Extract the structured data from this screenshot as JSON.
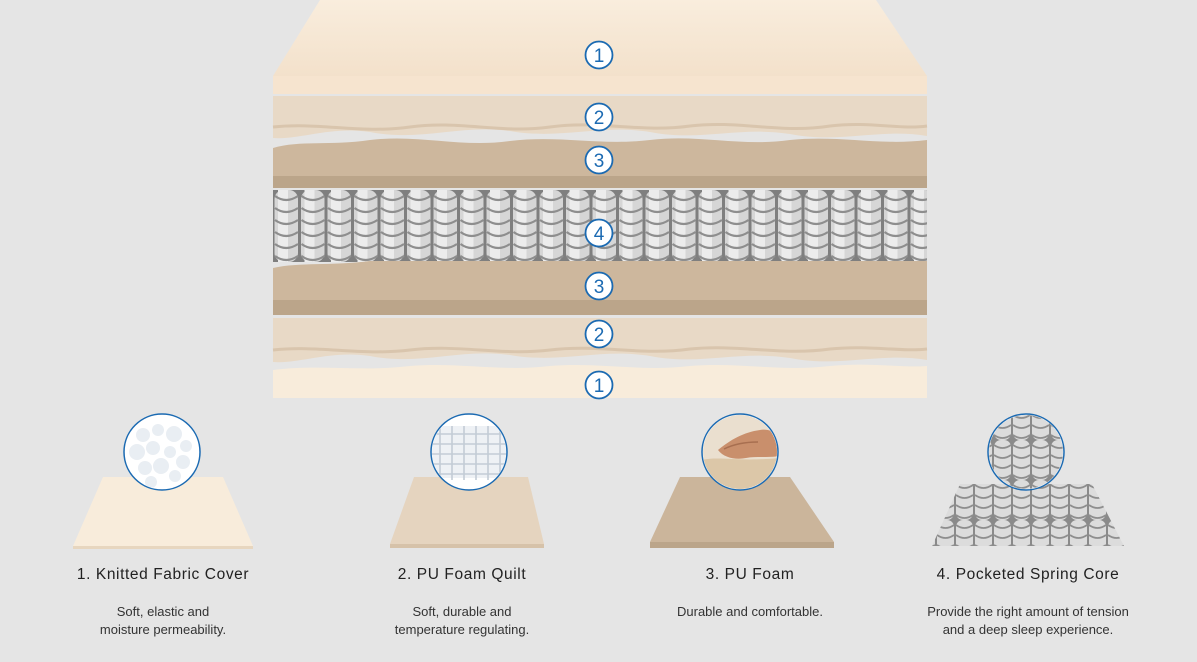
{
  "stack_layers": [
    {
      "label": "1",
      "name": "Knitted Fabric Cover"
    },
    {
      "label": "2",
      "name": "PU Foam Quilt"
    },
    {
      "label": "3",
      "name": "PU Foam"
    },
    {
      "label": "4",
      "name": "Pocketed Spring Core"
    },
    {
      "label": "3",
      "name": "PU Foam"
    },
    {
      "label": "2",
      "name": "PU Foam Quilt"
    },
    {
      "label": "1",
      "name": "Knitted Fabric Cover"
    }
  ],
  "layers": [
    {
      "title": "1. Knitted Fabric Cover",
      "description": "Soft, elastic and\nmoisture permeability."
    },
    {
      "title": "2. PU Foam Quilt",
      "description": "Soft, durable and\ntemperature regulating."
    },
    {
      "title": "3. PU Foam",
      "description": "Durable and comfortable."
    },
    {
      "title": "4. Pocketed Spring Core",
      "description": "Provide the right amount of tension\nand a deep sleep experience."
    }
  ],
  "colors": {
    "background": "#e5e5e5",
    "fabric_cover": "#f8ecdb",
    "foam_quilt": "#e5d4bf",
    "pu_foam": "#cbb59b",
    "spring": "#b4b4b4",
    "badge_ring": "#1b6ab2"
  },
  "icons": {
    "fabric": "fabric-texture-icon",
    "quilt": "quilt-grid-icon",
    "foam": "hand-press-icon",
    "spring": "spring-coil-icon"
  }
}
